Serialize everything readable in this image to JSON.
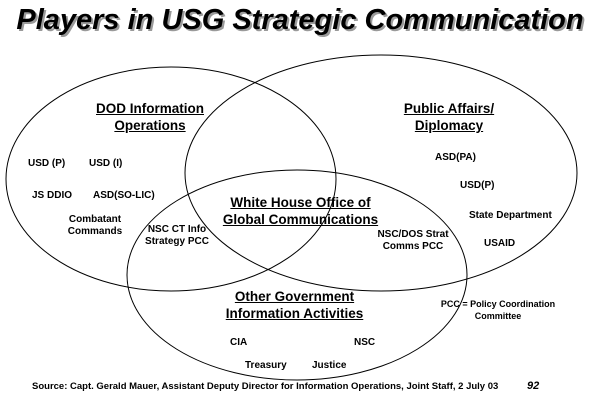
{
  "title": "Players in USG Strategic Communication",
  "circles": {
    "dod": {
      "heading": "DOD Information Operations",
      "members": [
        "USD (P)",
        "USD (I)",
        "JS DDIO",
        "ASD(SO-LIC)",
        "Combatant Commands"
      ]
    },
    "public_affairs": {
      "heading": "Public Affairs/ Diplomacy",
      "members": [
        "ASD(PA)",
        "USD(P)",
        "State Department",
        "USAID"
      ]
    },
    "other_gov": {
      "heading": "Other Government Information Activities",
      "members": [
        "CIA",
        "NSC",
        "Treasury",
        "Justice"
      ]
    }
  },
  "overlaps": {
    "dod_other": "NSC CT Info Strategy PCC",
    "pa_other": "NSC/DOS Strat Comms PCC",
    "center": "White House Office of Global Communications"
  },
  "footnote": "PCC = Policy Coordination Committee",
  "source": "Source:  Capt. Gerald Mauer, Assistant Deputy Director for Information Operations, Joint Staff, 2 July 03",
  "page_number": "92"
}
